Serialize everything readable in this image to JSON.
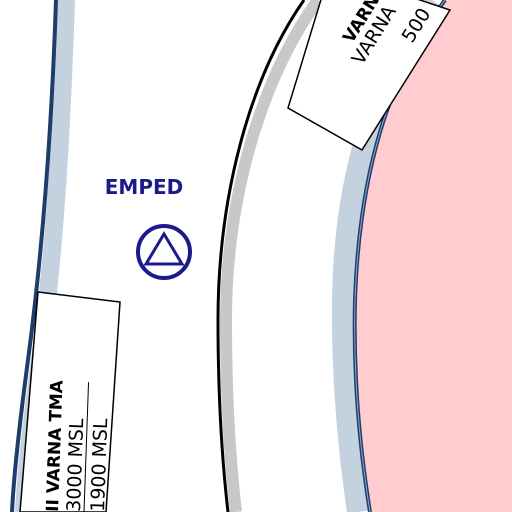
{
  "waypoint": {
    "name": "EMPED",
    "symbol": "triangle-in-circle-icon",
    "color": "#1a1a8c"
  },
  "airspace_label_left": {
    "title": "II VARNA TMA",
    "upper": "3000 MSL",
    "lower": "1900 MSL"
  },
  "airspace_label_right": {
    "title": "VARN",
    "name": "VARNA",
    "altitude": "500"
  },
  "colors": {
    "restricted_area_fill": "#ffcccf",
    "boundary_line": "#1f3d6b",
    "boundary_halo": "#c4d2e0",
    "ring_gray": "#c8c8c8",
    "ring_black": "#000000"
  }
}
